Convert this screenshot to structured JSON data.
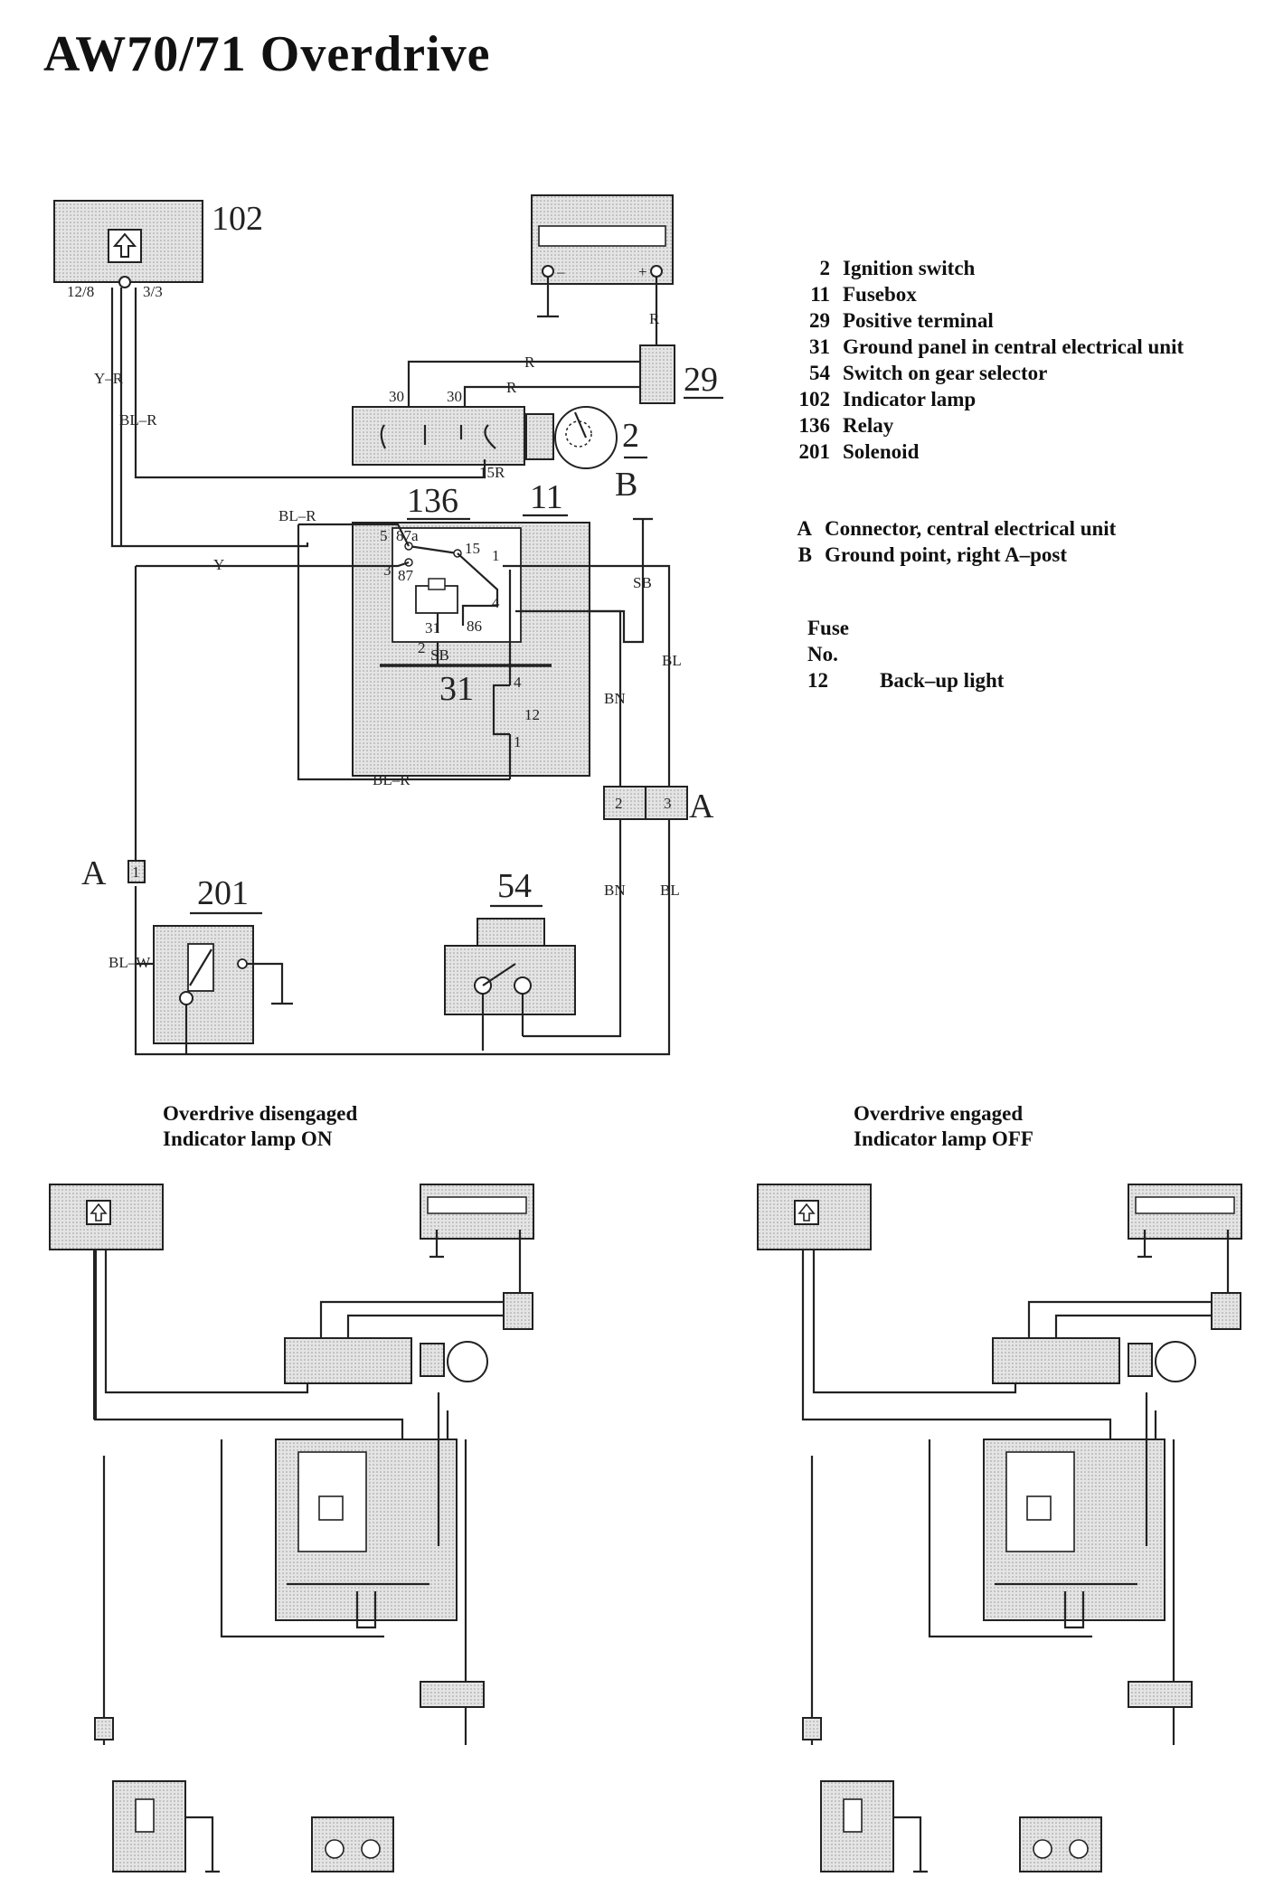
{
  "title": "AW70/71 Overdrive",
  "legend": [
    {
      "num": "2",
      "text": "Ignition switch"
    },
    {
      "num": "11",
      "text": "Fusebox"
    },
    {
      "num": "29",
      "text": "Positive terminal"
    },
    {
      "num": "31",
      "text": "Ground panel in central electrical unit"
    },
    {
      "num": "54",
      "text": "Switch on gear selector"
    },
    {
      "num": "102",
      "text": "Indicator lamp"
    },
    {
      "num": "136",
      "text": "Relay"
    },
    {
      "num": "201",
      "text": "Solenoid"
    }
  ],
  "connectors": [
    {
      "num": "A",
      "text": "Connector, central electrical unit"
    },
    {
      "num": "B",
      "text": "Ground point, right A–post"
    }
  ],
  "fuse": {
    "heading1": "Fuse",
    "heading2": "No.",
    "number": "12",
    "text": "Back–up light"
  },
  "captions": {
    "left_line1": "Overdrive disengaged",
    "left_line2": "Indicator lamp ON",
    "right_line1": "Overdrive engaged",
    "right_line2": "Indicator lamp OFF"
  },
  "diagram_labels": {
    "c102": "102",
    "c29": "29",
    "c2": "2",
    "c136": "136",
    "c11": "11",
    "c31": "31",
    "c201": "201",
    "c54": "54",
    "cA1": "A",
    "cA2": "A",
    "cB": "B",
    "pin_12_8": "12/8",
    "pin_3_3": "3/3",
    "w_YR": "Y–R",
    "w_BLR1": "BL–R",
    "w_BLR2": "BL–R",
    "w_BLR3": "BL–R",
    "w_R1": "R",
    "w_R2": "R",
    "w_R3": "R",
    "w_Y": "Y",
    "w_SB1": "SB",
    "w_SB2": "SB",
    "w_BL1": "BL",
    "w_BL2": "BL",
    "w_BN1": "BN",
    "w_BN2": "BN",
    "w_BLW": "BL–W",
    "p30a": "30",
    "p30b": "30",
    "p15R": "15R",
    "p5": "5",
    "p87a": "87a",
    "p3": "3",
    "p87": "87",
    "p15": "15",
    "p1": "1",
    "p4": "4",
    "p86": "86",
    "p31": "31",
    "p2": "2",
    "p12": "12",
    "p1b": "1",
    "pc2": "2",
    "pc3": "3",
    "pA1": "1",
    "bat_minus": "–",
    "bat_plus": "+"
  }
}
